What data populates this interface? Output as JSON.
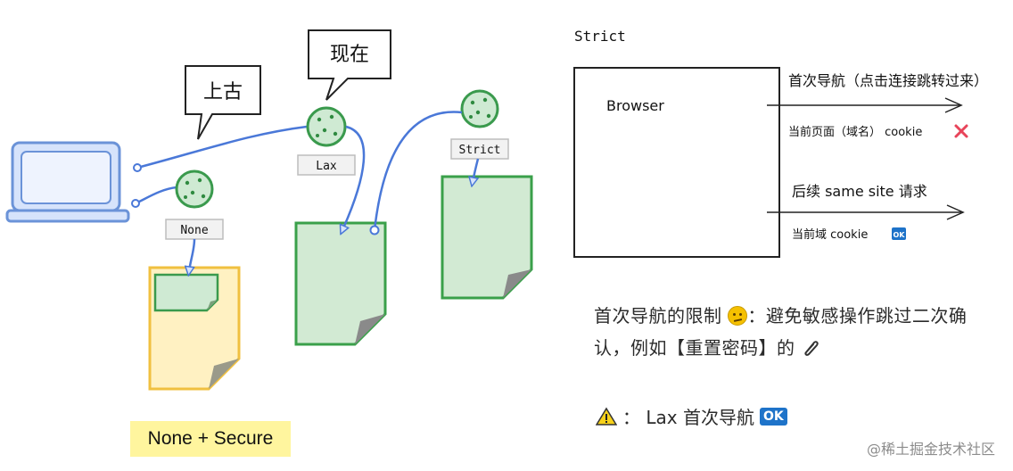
{
  "diagram": {
    "bubble_ancient": "上古",
    "bubble_now": "现在",
    "tag_lax": "Lax",
    "tag_none": "None",
    "tag_strict": "Strict",
    "none_secure": "None + Secure",
    "strict_title": "Strict",
    "browser_label": "Browser",
    "first_nav": "首次导航（点击连接跳转过来）",
    "current_page_cookie": "当前页面（域名） cookie",
    "followup_requests": "后续 same site 请求",
    "current_domain_cookie": "当前域 cookie",
    "ok": "OK"
  },
  "notes": {
    "first_nav_limit_1": "首次导航的限制",
    "first_nav_limit_2": "：避免敏感操作跳过二次确认，例如【重置密码】的",
    "lax_first_nav": "：  Lax 首次导航"
  },
  "footer": {
    "credit": "@稀土掘金技术社区"
  },
  "icons": {
    "cross": "cross-icon",
    "ok": "ok-badge-icon",
    "thinking": "thinking-face-icon",
    "paperclip": "paperclip-icon",
    "warning": "warning-icon"
  },
  "colors": {
    "cookie_green": "#3a9a4d",
    "cookie_fill": "#cfead3",
    "arrow_blue": "#4a78d8",
    "laptop_blue": "#6b93d8",
    "laptop_fill": "#d6e3fb",
    "doc_green_fill": "#d2ead3",
    "doc_green_stroke": "#3aa04a",
    "doc_yellow_fill": "#fff1c2",
    "doc_yellow_stroke": "#f0c040",
    "cross_red": "#e8445a"
  }
}
